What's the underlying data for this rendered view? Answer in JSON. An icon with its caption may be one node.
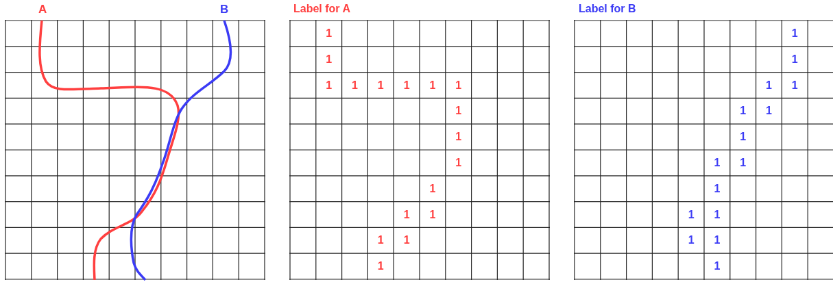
{
  "diagram": {
    "labels": [
      "A",
      "B",
      "Label for A",
      "Label for B",
      "1",
      "1",
      "1",
      "1",
      "1",
      "1",
      "1",
      "1",
      "1",
      "1",
      "1",
      "1",
      "1",
      "1",
      "1",
      "1",
      "1",
      "1",
      "1",
      "1",
      "1",
      "1",
      "1",
      "1",
      "1",
      "1",
      "1",
      "1",
      "1",
      "1",
      "1",
      "1"
    ]
  }
}
